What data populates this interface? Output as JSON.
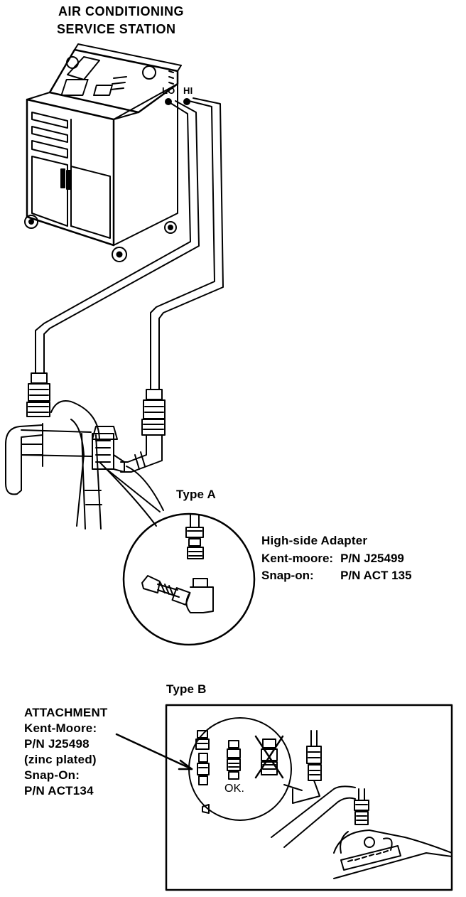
{
  "station": {
    "title_line1": "AIR CONDITIONING",
    "title_line2": "SERVICE STATION",
    "port_lo": "LO",
    "port_hi": "HI"
  },
  "type_a": {
    "label": "Type A",
    "adapter_title": "High-side  Adapter",
    "rows": [
      {
        "brand": "Kent-moore:",
        "part": "P/N J25499"
      },
      {
        "brand": "Snap-on:",
        "part": "P/N ACT 135"
      }
    ]
  },
  "type_b": {
    "label": "Type B",
    "attachment_lines": [
      "ATTACHMENT",
      "Kent-Moore:",
      "P/N J25498",
      "(zinc plated)",
      "Snap-On:",
      "P/N ACT134"
    ],
    "ok_label": "OK."
  }
}
